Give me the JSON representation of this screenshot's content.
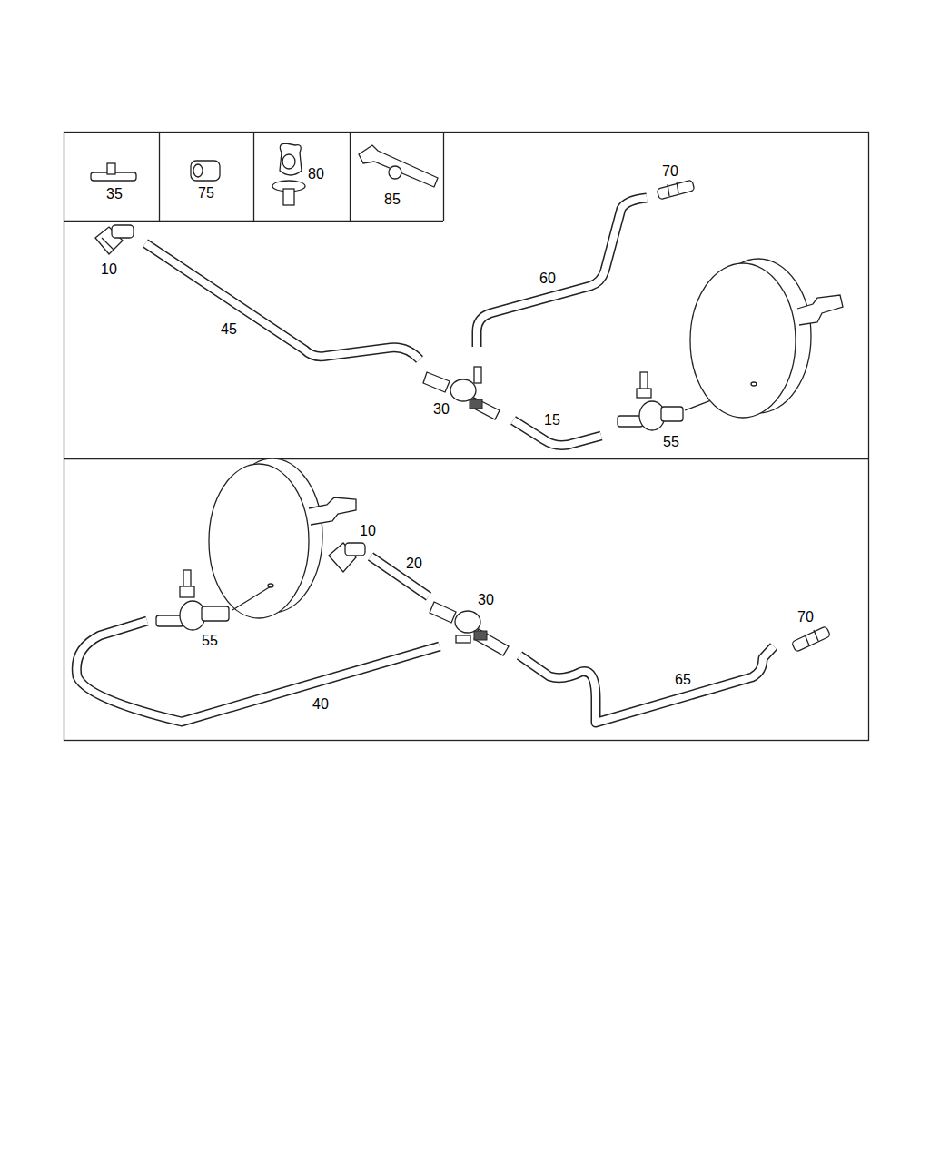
{
  "diagram": {
    "labels": [
      "35",
      "75",
      "80",
      "85",
      "70",
      "10",
      "60",
      "45",
      "30",
      "15",
      "55",
      "10",
      "20",
      "30",
      "55",
      "70",
      "65",
      "40"
    ]
  }
}
